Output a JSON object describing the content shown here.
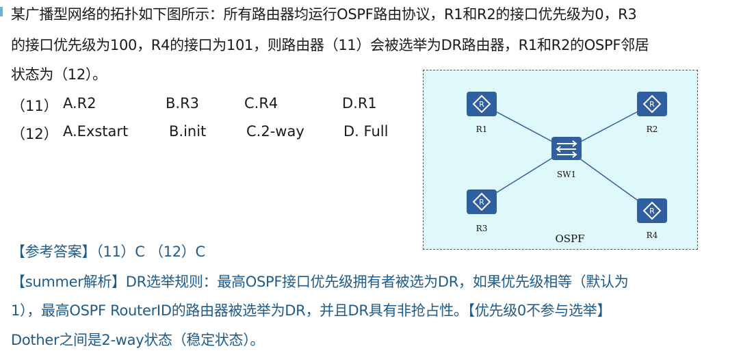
{
  "question": {
    "line1": "某广播型网络的拓扑如下图所示：所有路由器均运行OSPF路由协议，R1和R2的接口优先级为0，R3",
    "line2": "的接口优先级为100，R4的接口为101，则路由器（11）会被选举为DR路由器，R1和R2的OSPF邻居",
    "line3": "状态为（12）。"
  },
  "options": {
    "q11": {
      "prefix": "（11）",
      "a": "A.R2",
      "b": "B.R3",
      "c": "C.R4",
      "d": "D.R1"
    },
    "q12": {
      "prefix": "（12）",
      "a": "A.Exstart",
      "b": "B.init",
      "c": "C.2-way",
      "d": "D. Full"
    }
  },
  "answer": {
    "line": "【参考答案】（11）C （12）C"
  },
  "analysis": {
    "line1": "【summer解析】DR选举规则：最高OSPF接口优先级拥有者被选为DR，如果优先级相等（默认为",
    "line2": "1），最高OSPF RouterID的路由器被选举为DR，并且DR具有非抢占性。【优先级0不参与选举】",
    "line3": "Dother之间是2-way状态（稳定状态）。"
  },
  "diagram": {
    "area_label": "OSPF",
    "switch_label": "SW1",
    "routers": [
      "R1",
      "R2",
      "R3",
      "R4"
    ],
    "icon_color": "#2f5f9e"
  }
}
